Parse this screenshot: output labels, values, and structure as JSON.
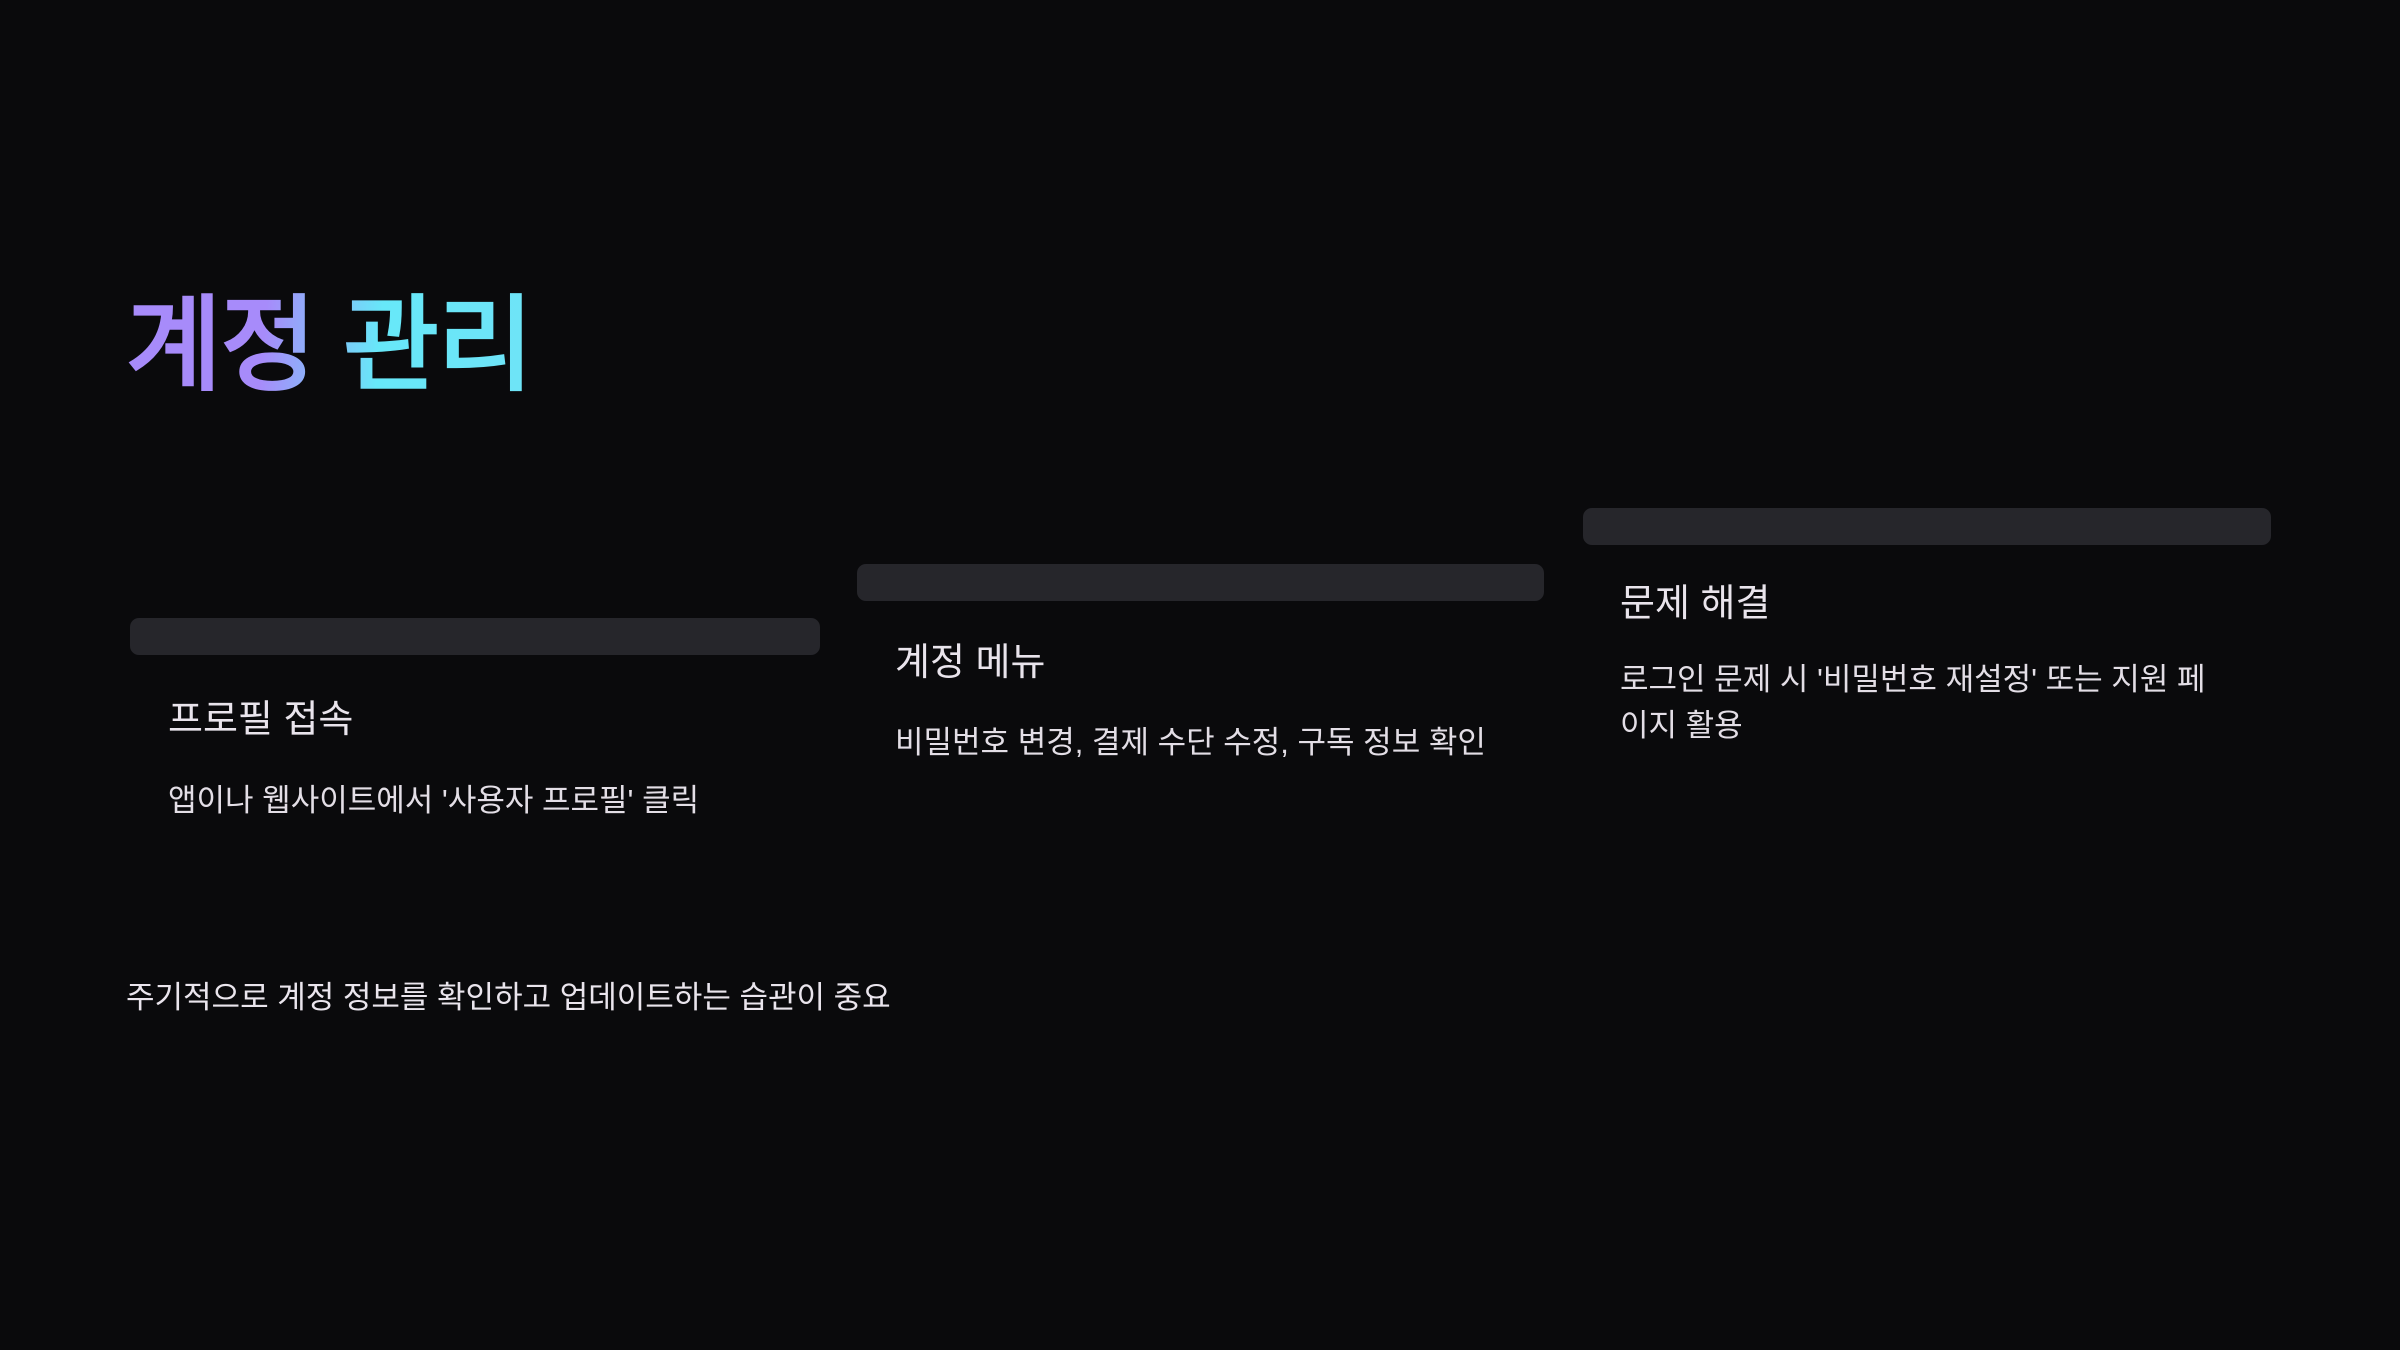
{
  "slide": {
    "title": "계정 관리",
    "background_color": "#0a0a0c",
    "title_gradient_start": "#a78bfa",
    "title_gradient_end": "#67e8f9",
    "placeholder_bar_color": "#26262b"
  },
  "cards": [
    {
      "heading": "프로필 접속",
      "text": "앱이나 웹사이트에서 '사용자 프로필' 클릭"
    },
    {
      "heading": "계정 메뉴",
      "text": "비밀번호 변경, 결제 수단 수정, 구독 정보 확인"
    },
    {
      "heading": "문제 해결",
      "text": "로그인 문제 시 '비밀번호 재설정' 또는 지원 페이지 활용"
    }
  ],
  "footer": {
    "note": "주기적으로 계정 정보를 확인하고 업데이트하는 습관이 중요"
  }
}
